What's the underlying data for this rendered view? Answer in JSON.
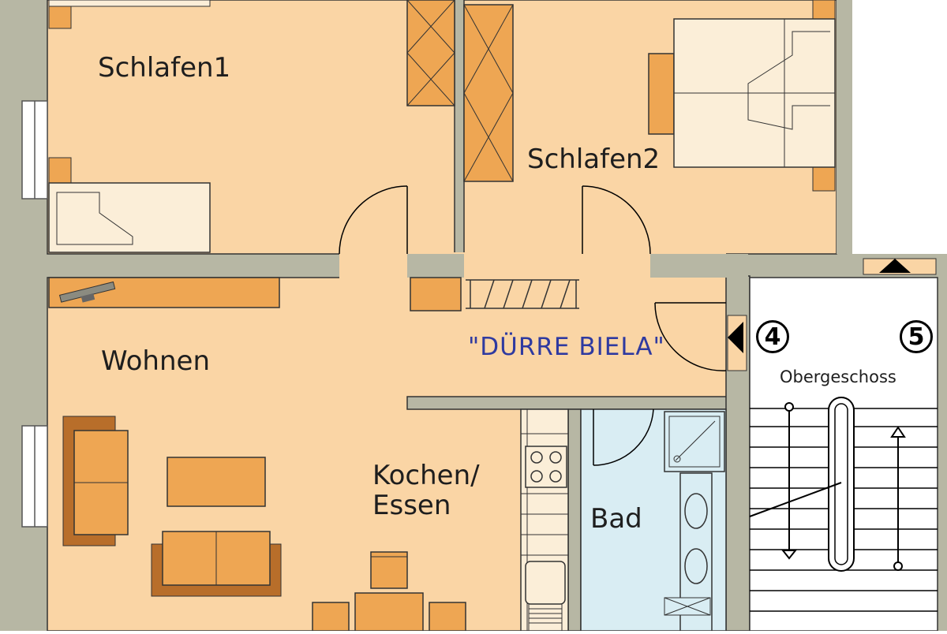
{
  "plan": {
    "rooms": {
      "schlafen1": "Schlafen1",
      "schlafen2": "Schlafen2",
      "wohnen": "Wohnen",
      "kochen_line1": "Kochen/",
      "kochen_line2": "Essen",
      "bad": "Bad"
    },
    "title": "\"DÜRRE BIELA\"",
    "stair": {
      "floor_label": "Obergeschoss",
      "marker_4": "4",
      "marker_5": "5"
    },
    "colors": {
      "floor": "#fad5a5",
      "wall": "#b7b7a4",
      "furniture": "#eea653",
      "bed": "#fbeed8",
      "sofa_frame": "#b86e2a",
      "bath_floor": "#d9edf3",
      "title": "#2f3aa0"
    }
  }
}
